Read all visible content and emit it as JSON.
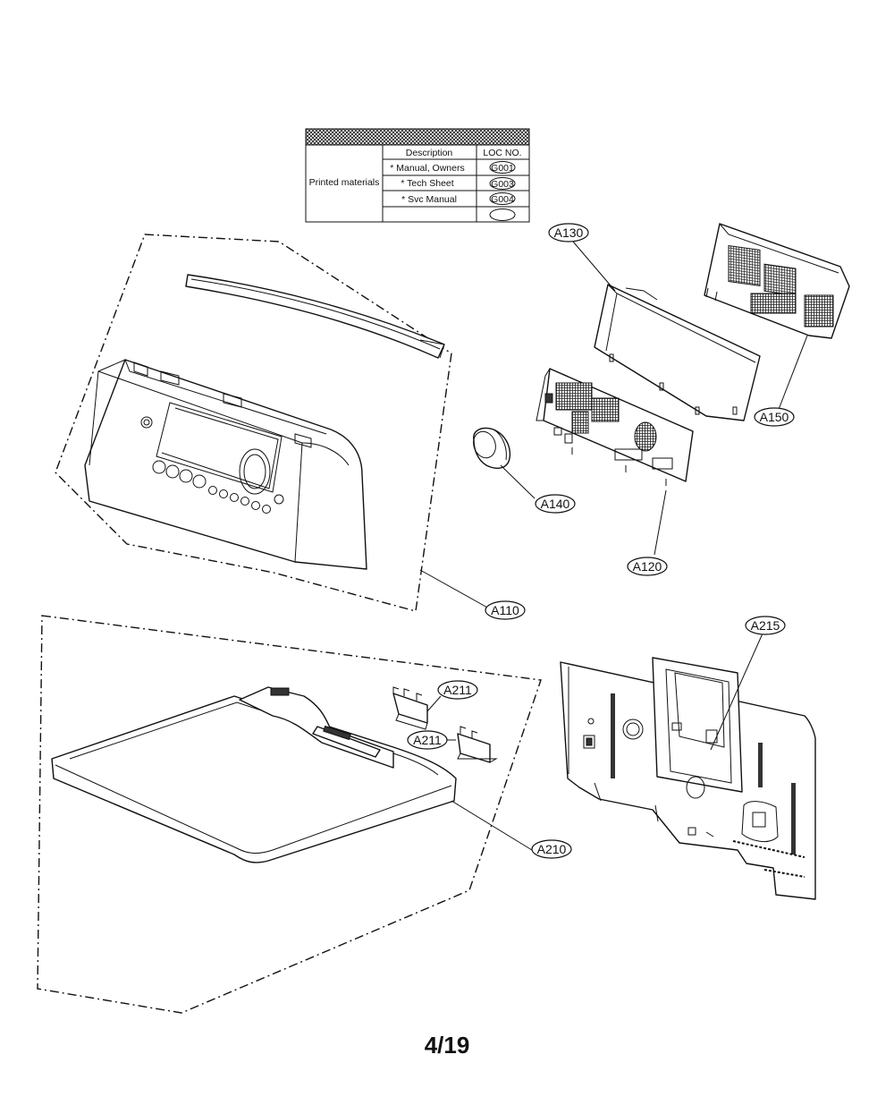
{
  "table": {
    "header_description": "Description",
    "header_loc": "LOC NO.",
    "group_label": "Printed materials",
    "rows": [
      {
        "description": "* Manual, Owners",
        "loc": "G001"
      },
      {
        "description": "* Tech Sheet",
        "loc": "G003"
      },
      {
        "description": "* Svc Manual",
        "loc": "G004"
      },
      {
        "description": "",
        "loc": ""
      }
    ]
  },
  "callouts": {
    "a130": "A130",
    "a150": "A150",
    "a140": "A140",
    "a120": "A120",
    "a110": "A110",
    "a215": "A215",
    "a211_top": "A211",
    "a211_bottom": "A211",
    "a210": "A210"
  },
  "page_number": "4/19"
}
